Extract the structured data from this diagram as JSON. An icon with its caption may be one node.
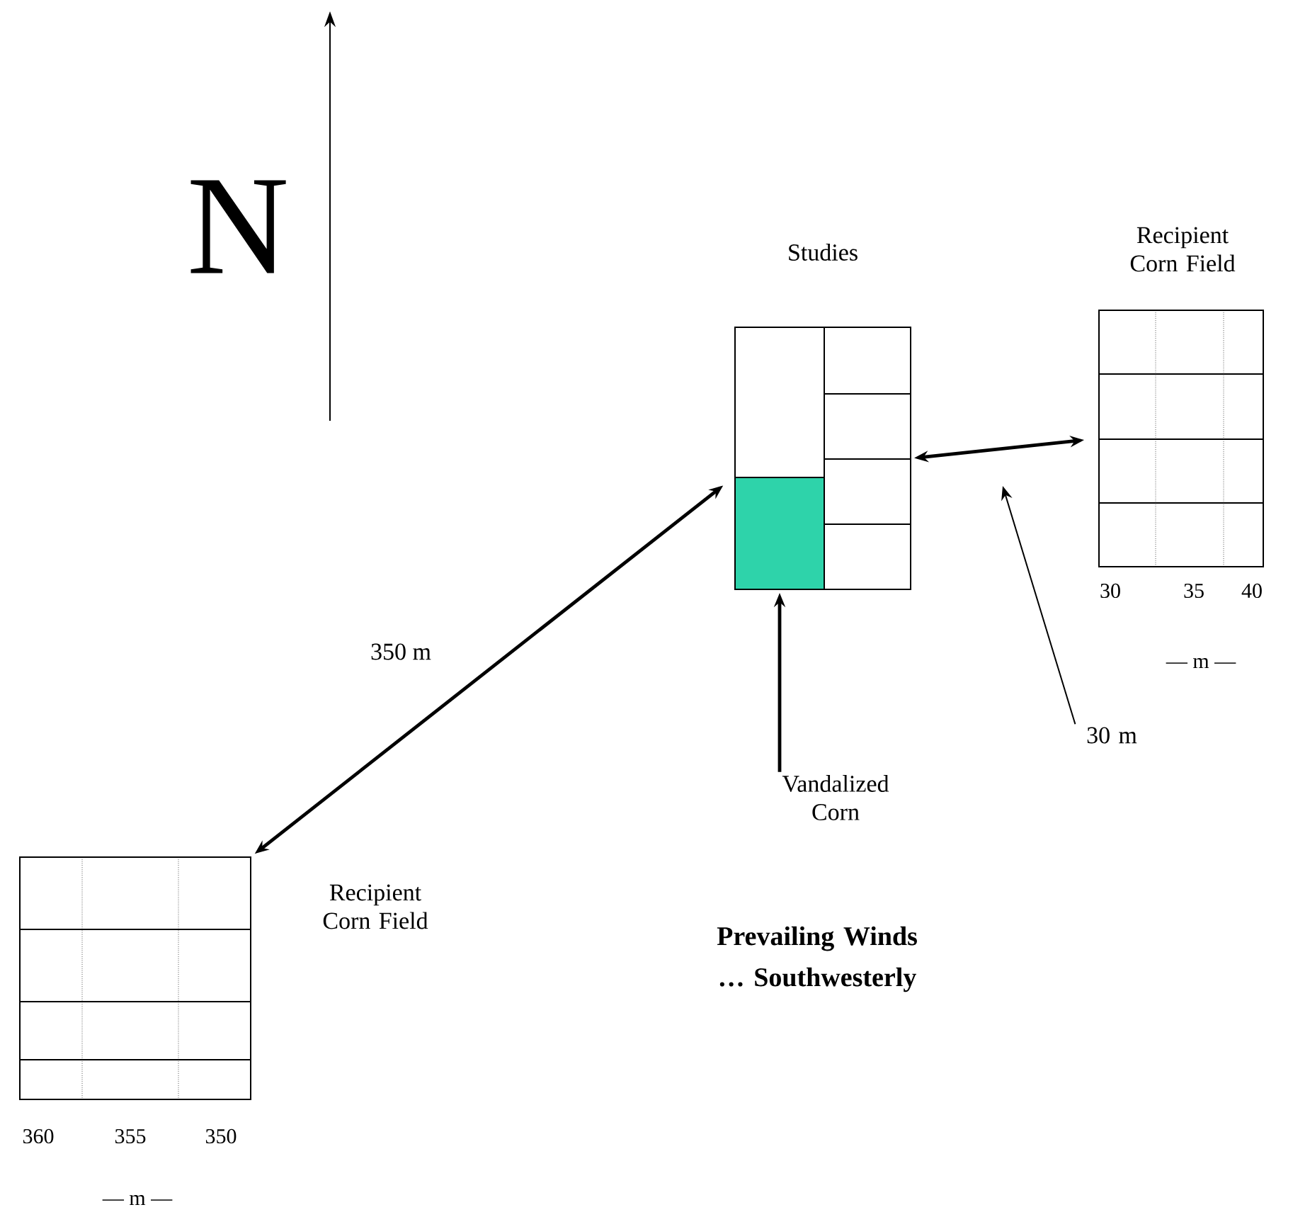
{
  "diagram": {
    "nodes": [
      {
        "text": [
          "Studies"
        ]
      },
      {
        "text": [],
        "shape": "box",
        "in": 0
      },
      {
        "text": [
          "Recipient Corn Field"
        ],
        "beside": [
          "30",
          "35",
          "40",
          "— m —"
        ]
      },
      {
        "text": [
          "Recipient Corn Field"
        ],
        "beside": [
          "360",
          "355",
          "350",
          "— m —"
        ]
      },
      {
        "text": [
          "Vandalized Corn"
        ]
      },
      {
        "text": [
          "30 m"
        ]
      }
    ],
    "edges": [
      {
        "from": 0,
        "to": 2,
        "arrow": "both"
      },
      {
        "from": 1,
        "to": 3,
        "arrow": "both",
        "label": "350 m"
      },
      {
        "from": 4,
        "to": 1,
        "arrow": "to"
      },
      {
        "from": 5,
        "to": null,
        "arrow": "to"
      }
    ],
    "labels": [
      "N",
      "Prevailing Winds … Southwesterly"
    ]
  }
}
